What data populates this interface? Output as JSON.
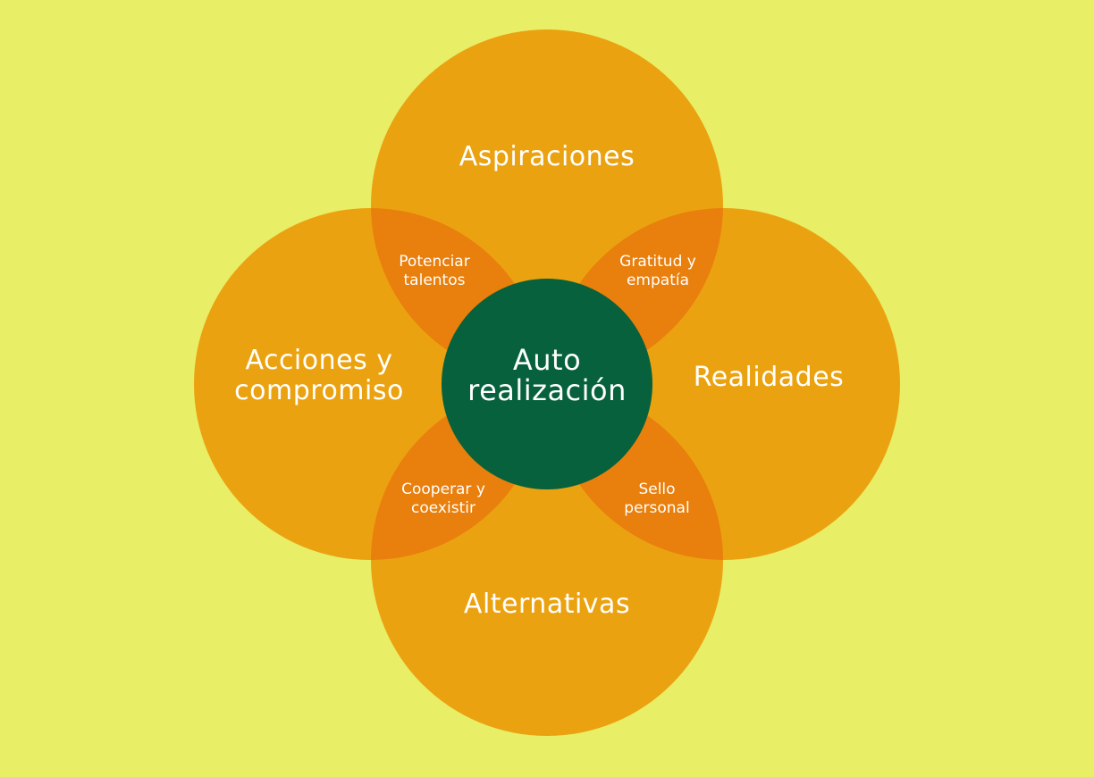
{
  "colors": {
    "background": "#e9ee67",
    "petal": "#eba210",
    "overlap": "#e97f0c",
    "center": "#06613c",
    "text": "#ffffff"
  },
  "circles": {
    "top": {
      "label": "Aspiraciones"
    },
    "right": {
      "label": "Realidades"
    },
    "bottom": {
      "label": "Alternativas"
    },
    "left": {
      "label_line1": "Acciones y",
      "label_line2": "compromiso"
    }
  },
  "overlaps": {
    "top_left": {
      "line1": "Potenciar",
      "line2": "talentos"
    },
    "top_right": {
      "line1": "Gratitud y",
      "line2": "empatía"
    },
    "bottom_left": {
      "line1": "Cooperar y",
      "line2": "coexistir"
    },
    "bottom_right": {
      "line1": "Sello",
      "line2": "personal"
    }
  },
  "center": {
    "line1": "Auto",
    "line2": "realización"
  }
}
